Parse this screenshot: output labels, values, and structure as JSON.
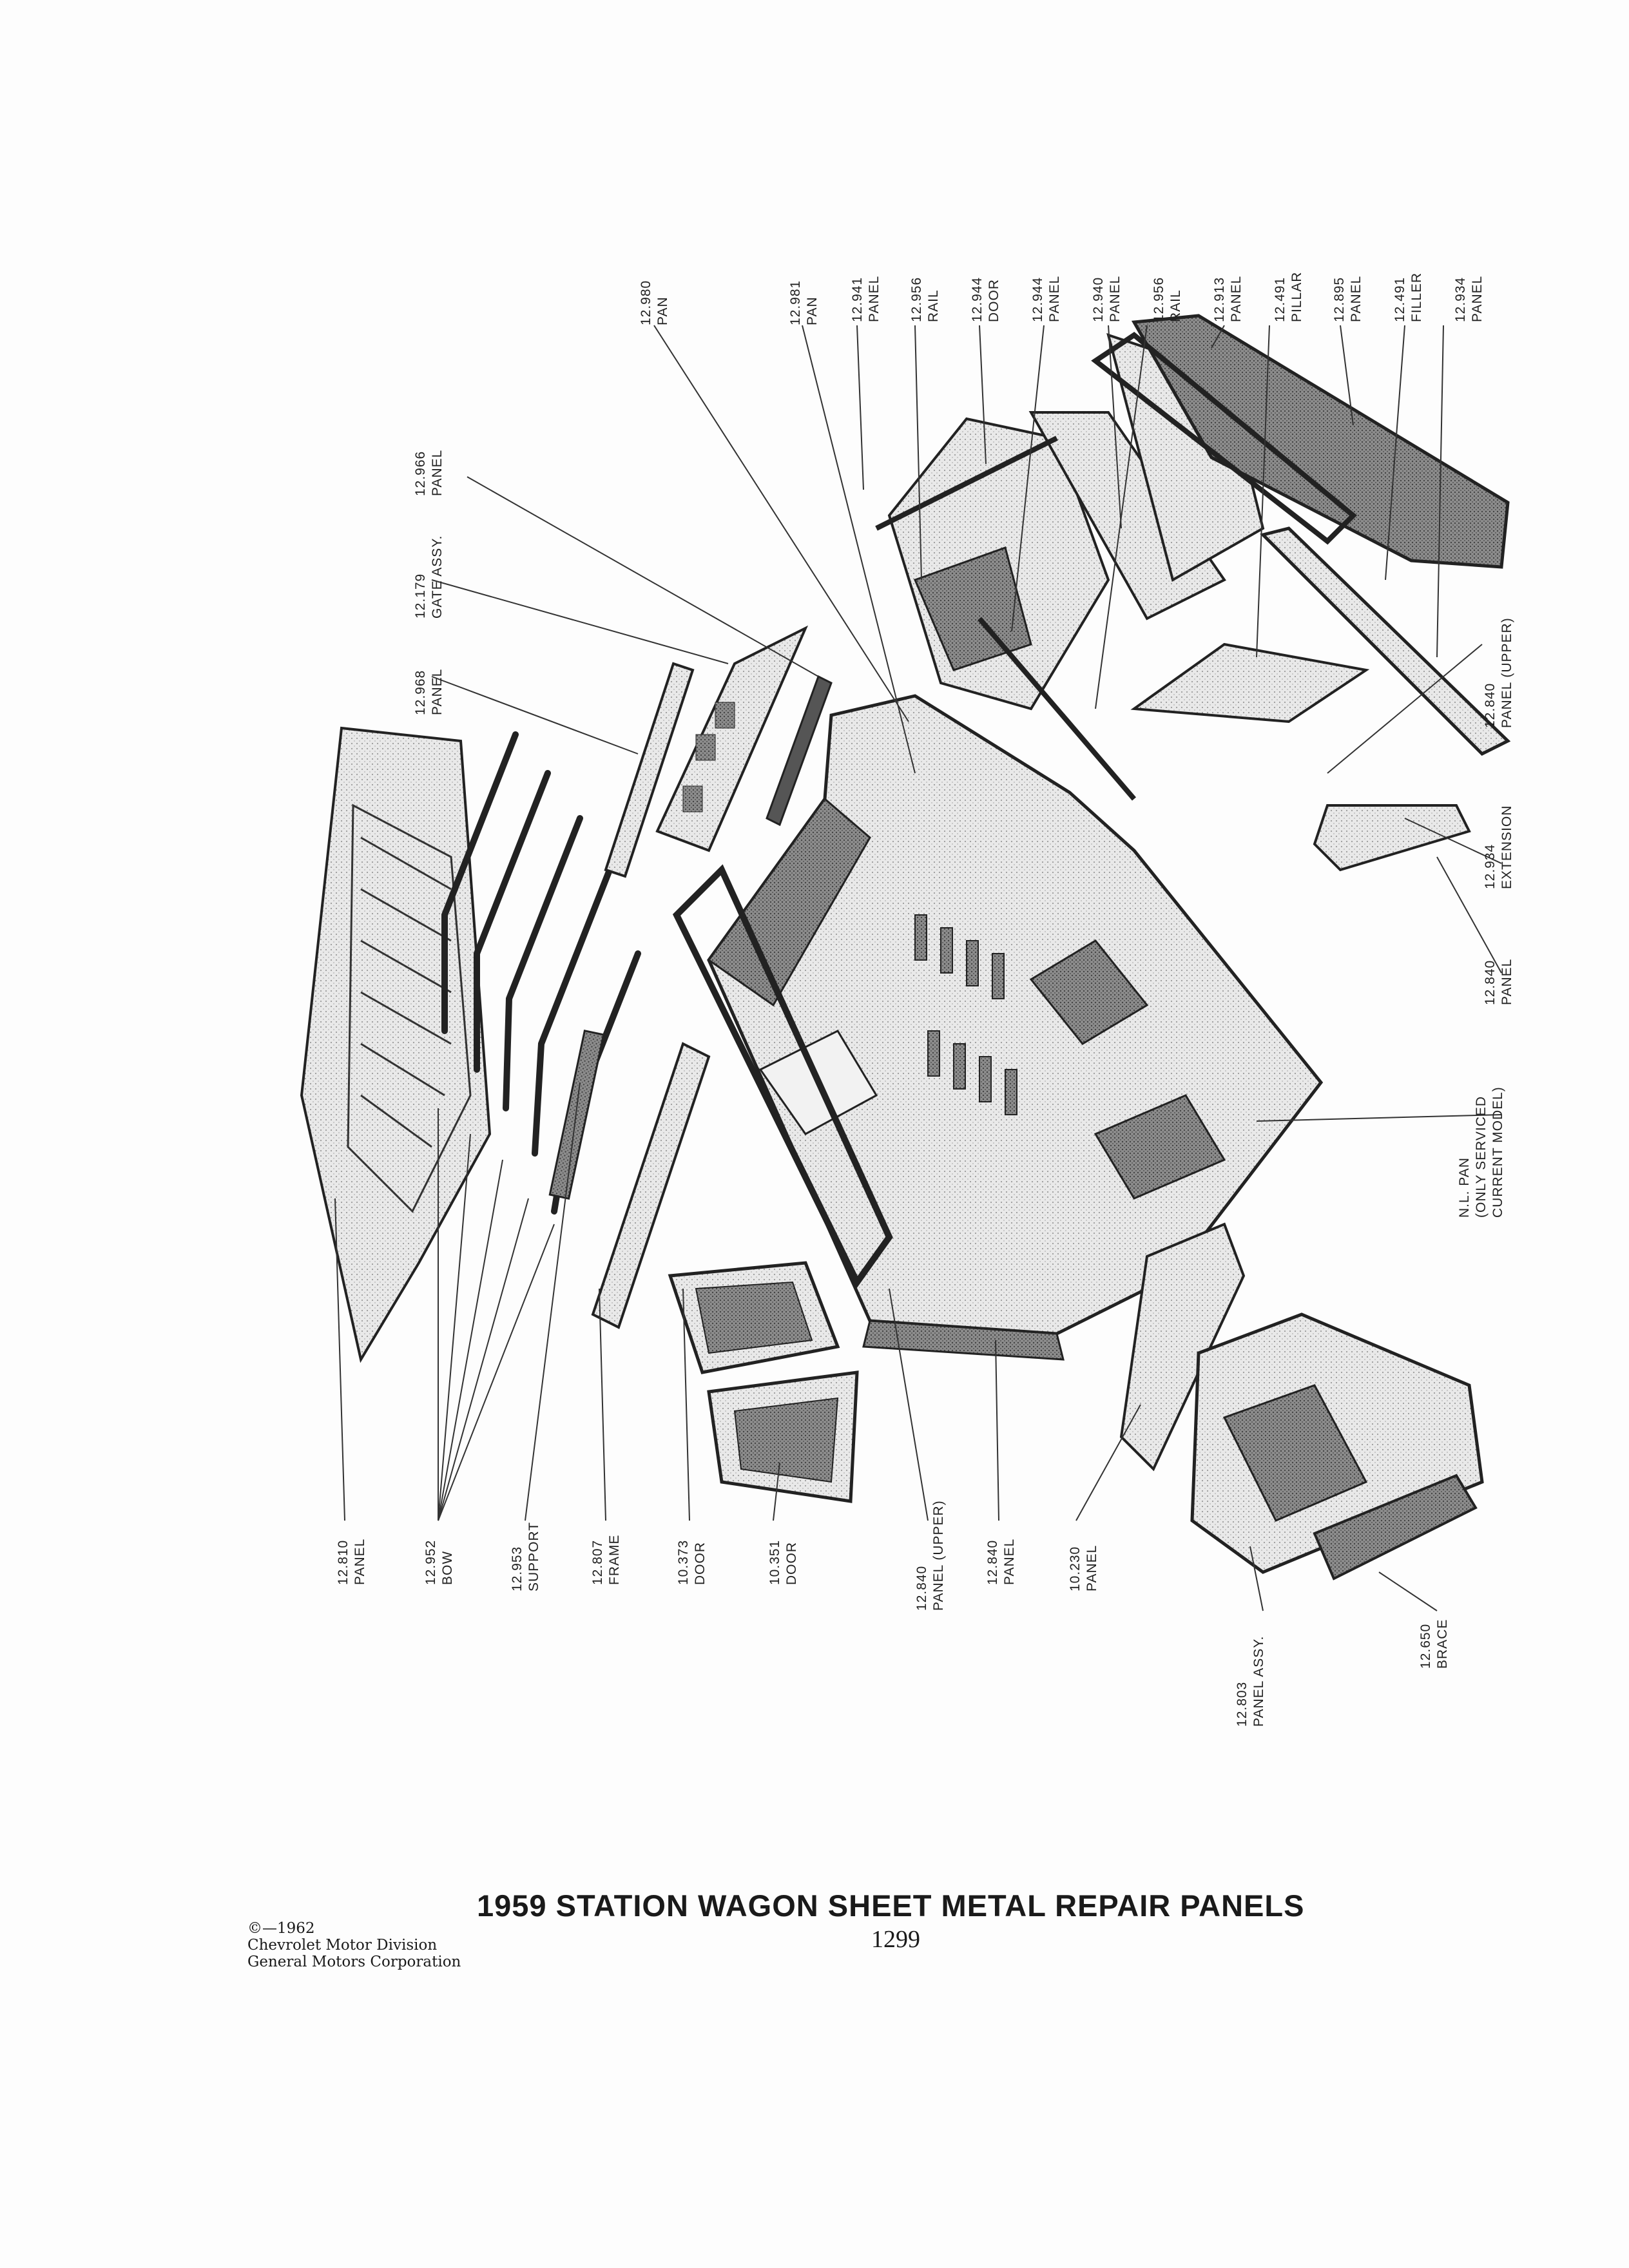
{
  "page": {
    "title": "1959 STATION WAGON SHEET METAL REPAIR PANELS",
    "credit_line1": "©—1962",
    "credit_line2": "Chevrolet Motor Division",
    "credit_line3": "General Motors Corporation",
    "page_number": "1299"
  },
  "callouts": [
    {
      "num": "12.810",
      "name": "PANEL"
    },
    {
      "num": "12.952",
      "name": "BOW"
    },
    {
      "num": "12.953",
      "name": "SUPPORT"
    },
    {
      "num": "12.807",
      "name": "FRAME"
    },
    {
      "num": "10.373",
      "name": "DOOR"
    },
    {
      "num": "10.351",
      "name": "DOOR"
    },
    {
      "num": "12.840",
      "name": "PANEL (UPPER)"
    },
    {
      "num": "12.840",
      "name": "PANEL"
    },
    {
      "num": "10.230",
      "name": "PANEL"
    },
    {
      "num": "12.803",
      "name": "PANEL ASSY."
    },
    {
      "num": "12.650",
      "name": "BRACE"
    },
    {
      "num": "12.968",
      "name": "PANEL"
    },
    {
      "num": "12.179",
      "name": "GATE ASSY."
    },
    {
      "num": "12.966",
      "name": "PANEL"
    },
    {
      "num": "12.980",
      "name": "PAN"
    },
    {
      "num": "12.981",
      "name": "PAN"
    },
    {
      "num": "12.941",
      "name": "PANEL"
    },
    {
      "num": "12.956",
      "name": "RAIL"
    },
    {
      "num": "12.944",
      "name": "DOOR"
    },
    {
      "num": "12.944",
      "name": "PANEL"
    },
    {
      "num": "12.940",
      "name": "PANEL"
    },
    {
      "num": "12.956",
      "name": "RAIL"
    },
    {
      "num": "12.913",
      "name": "PANEL"
    },
    {
      "num": "12.491",
      "name": "PILLAR"
    },
    {
      "num": "12.895",
      "name": "PANEL"
    },
    {
      "num": "12.491",
      "name": "FILLER"
    },
    {
      "num": "12.934",
      "name": "PANEL"
    },
    {
      "num": "12.840",
      "name": "PANEL (UPPER)"
    },
    {
      "num": "12.934",
      "name": "EXTENSION"
    },
    {
      "num": "12.840",
      "name": "PANEL"
    }
  ],
  "nl_pan": {
    "line1": "N.L. PAN",
    "line2": "(ONLY SERVICED",
    "line3": "CURRENT MODEL)"
  }
}
